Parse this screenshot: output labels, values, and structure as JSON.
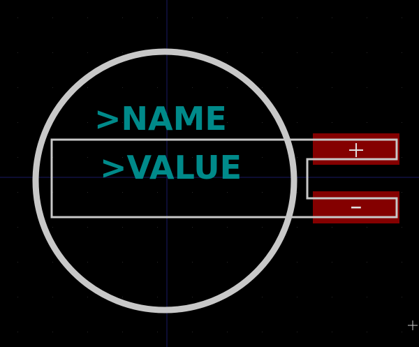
{
  "footprint": {
    "reference_text": ">NAME",
    "value_text": ">VALUE",
    "pads": [
      {
        "label": "+",
        "role": "positive"
      },
      {
        "label": "−",
        "role": "negative"
      }
    ]
  },
  "colors": {
    "background": "#000000",
    "silkscreen": "#c8c8c8",
    "fab_text": "#008a8a",
    "pad_fill": "#840000",
    "grid_dot": "#2a2a2a",
    "axis_line": "#1a1a66",
    "cursor": "#ffffff"
  },
  "icons": {
    "cursor": "crosshair-icon"
  }
}
